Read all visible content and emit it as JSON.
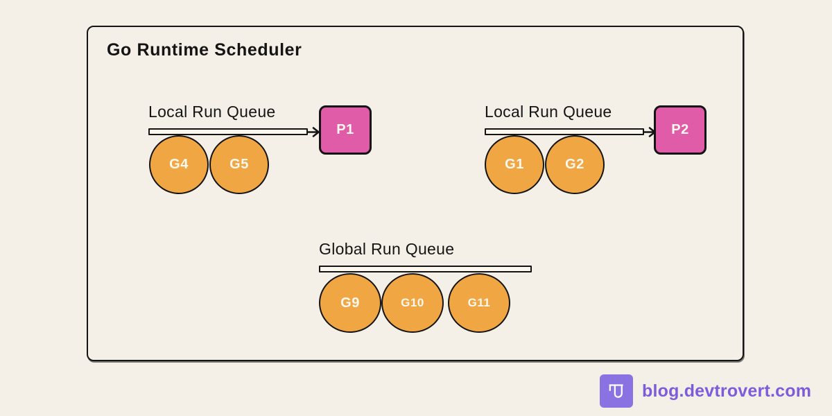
{
  "theme": {
    "bg": "#F5F0E7",
    "ink": "#141414",
    "goroutine_fill": "#F0A643",
    "processor_fill": "#E05CA8",
    "bar_fill": "#FBF7EF",
    "logo_bg": "#8B72E3",
    "footer_text": "#7C5CDB",
    "shape_text": "#FFF8EF"
  },
  "diagram": {
    "title": "Go Runtime Scheduler",
    "local_queues": [
      {
        "label": "Local Run Queue",
        "processor": "P1",
        "goroutines": [
          "G4",
          "G5"
        ]
      },
      {
        "label": "Local Run Queue",
        "processor": "P2",
        "goroutines": [
          "G1",
          "G2"
        ]
      }
    ],
    "global_queue": {
      "label": "Global Run Queue",
      "goroutines": [
        "G9",
        "G10",
        "G11"
      ]
    }
  },
  "footer": {
    "site": "blog.devtrovert.com"
  }
}
